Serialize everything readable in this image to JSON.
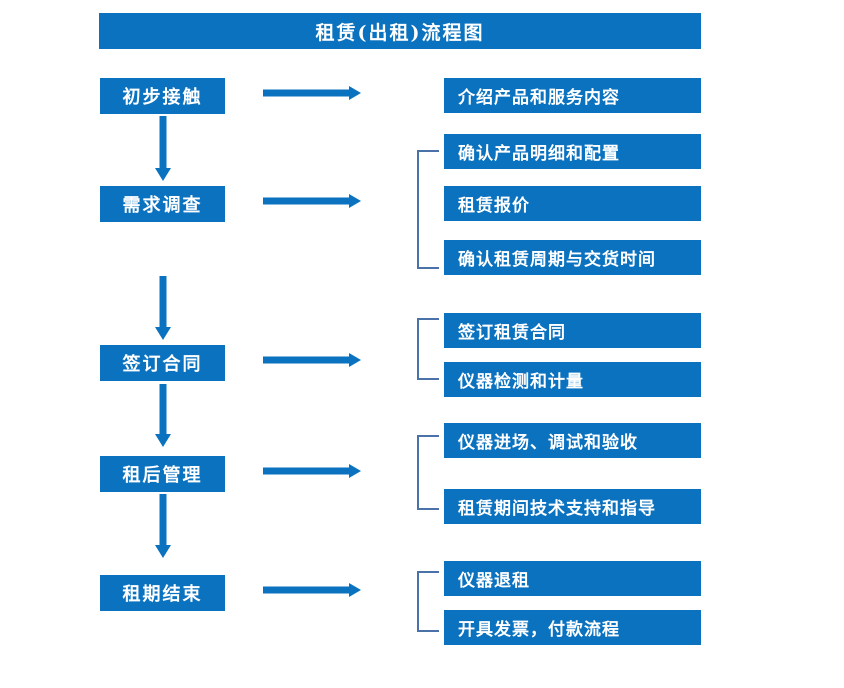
{
  "chart_data": {
    "type": "diagram",
    "diagram_type": "flowchart",
    "title": "租赁(出租)流程图",
    "orientation": "vertical-with-branches",
    "colors": {
      "box_fill": "#0b72bf",
      "box_text": "#ffffff",
      "arrow": "#0b72bf",
      "bracket": "#4a72a8",
      "background": "#ffffff"
    },
    "stages": [
      {
        "id": "stage-1",
        "label": "初步接触",
        "details": [
          "介绍产品和服务内容"
        ],
        "bracketed": false
      },
      {
        "id": "stage-2",
        "label": "需求调查",
        "details": [
          "确认产品明细和配置",
          "租赁报价",
          "确认租赁周期与交货时间"
        ],
        "bracketed": true
      },
      {
        "id": "stage-3",
        "label": "签订合同",
        "details": [
          "签订租赁合同",
          "仪器检测和计量"
        ],
        "bracketed": true
      },
      {
        "id": "stage-4",
        "label": "租后管理",
        "details": [
          "仪器进场、调试和验收",
          "租赁期间技术支持和指导"
        ],
        "bracketed": true
      },
      {
        "id": "stage-5",
        "label": "租期结束",
        "details": [
          "仪器退租",
          "开具发票，付款流程"
        ],
        "bracketed": true
      }
    ]
  },
  "header": {
    "title": "租赁(出租)流程图"
  },
  "stages": [
    {
      "label": "初步接触"
    },
    {
      "label": "需求调查"
    },
    {
      "label": "签订合同"
    },
    {
      "label": "租后管理"
    },
    {
      "label": "租期结束"
    }
  ],
  "details": [
    {
      "label": "介绍产品和服务内容"
    },
    {
      "label": "确认产品明细和配置"
    },
    {
      "label": "租赁报价"
    },
    {
      "label": "确认租赁周期与交货时间"
    },
    {
      "label": "签订租赁合同"
    },
    {
      "label": "仪器检测和计量"
    },
    {
      "label": "仪器进场、调试和验收"
    },
    {
      "label": "租赁期间技术支持和指导"
    },
    {
      "label": "仪器退租"
    },
    {
      "label": "开具发票，付款流程"
    }
  ]
}
